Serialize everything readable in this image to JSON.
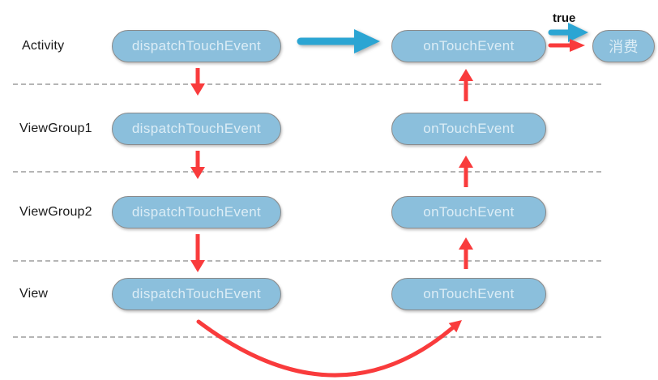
{
  "diagram": {
    "title_semantic": "Android touch event dispatch flow",
    "rows": [
      {
        "label": "Activity",
        "dispatch_label": "dispatchTouchEvent",
        "ontouch_label": "onTouchEvent"
      },
      {
        "label": "ViewGroup1",
        "dispatch_label": "dispatchTouchEvent",
        "ontouch_label": "onTouchEvent"
      },
      {
        "label": "ViewGroup2",
        "dispatch_label": "dispatchTouchEvent",
        "ontouch_label": "onTouchEvent"
      },
      {
        "label": "View",
        "dispatch_label": "dispatchTouchEvent",
        "ontouch_label": "onTouchEvent"
      }
    ],
    "true_label": "true",
    "consume_label": "消费",
    "colors": {
      "pill_fill": "#8bbfdc",
      "pill_border": "#8a8a8a",
      "pill_text": "#dcedf6",
      "red_arrow": "#f93b3c",
      "blue_arrow": "#2ba5d3",
      "dashed_line": "#b5b5b5",
      "label_text": "#1a1a1a"
    }
  }
}
